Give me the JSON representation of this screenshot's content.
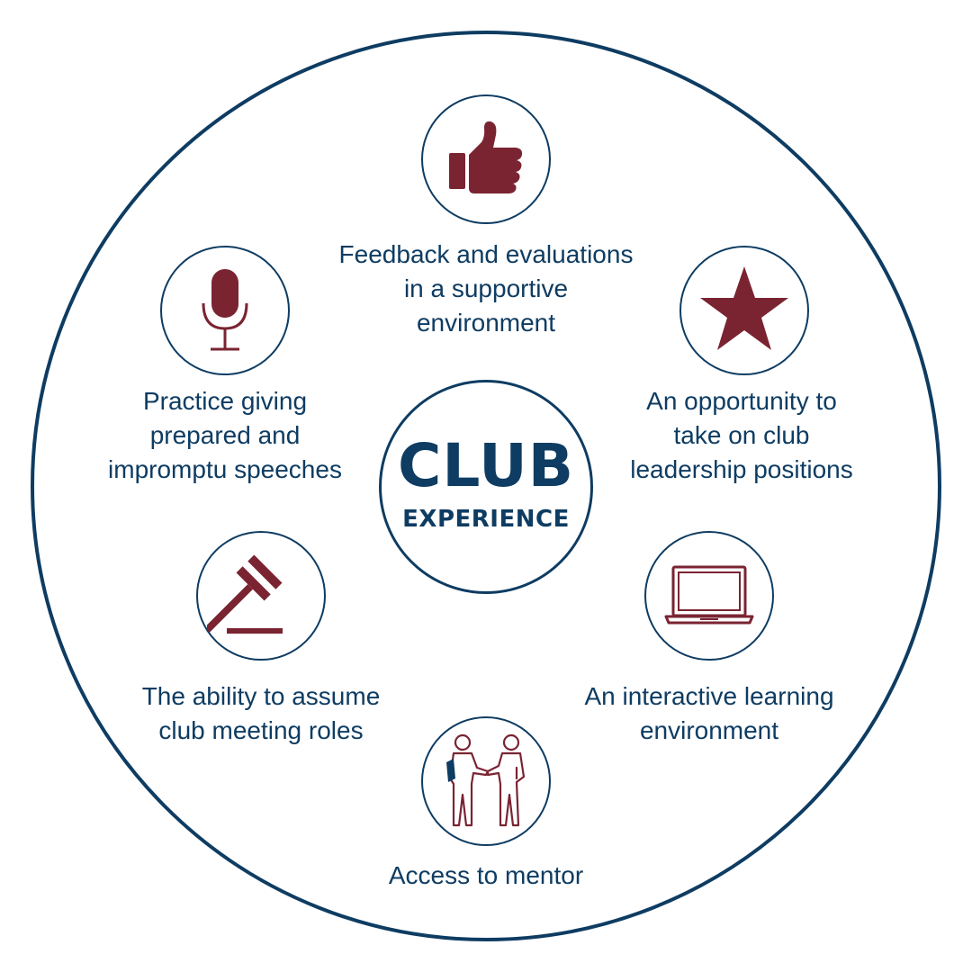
{
  "colors": {
    "navy": "#0e3c62",
    "maroon": "#7a2432",
    "background": "#ffffff"
  },
  "center": {
    "title": "CLUB",
    "subtitle": "EXPERIENCE"
  },
  "items": [
    {
      "icon": "thumbs-up-icon",
      "lines": [
        "Feedback and evaluations",
        "in a supportive",
        "environment"
      ]
    },
    {
      "icon": "star-icon",
      "lines": [
        "An opportunity to",
        "take on club",
        "leadership positions"
      ]
    },
    {
      "icon": "laptop-icon",
      "lines": [
        "An interactive learning",
        "environment"
      ]
    },
    {
      "icon": "handshake-mentor-icon",
      "lines": [
        "Access to mentor"
      ]
    },
    {
      "icon": "gavel-icon",
      "lines": [
        "The ability to assume",
        "club meeting roles"
      ]
    },
    {
      "icon": "microphone-icon",
      "lines": [
        "Practice giving",
        "prepared and",
        "impromptu speeches"
      ]
    }
  ]
}
